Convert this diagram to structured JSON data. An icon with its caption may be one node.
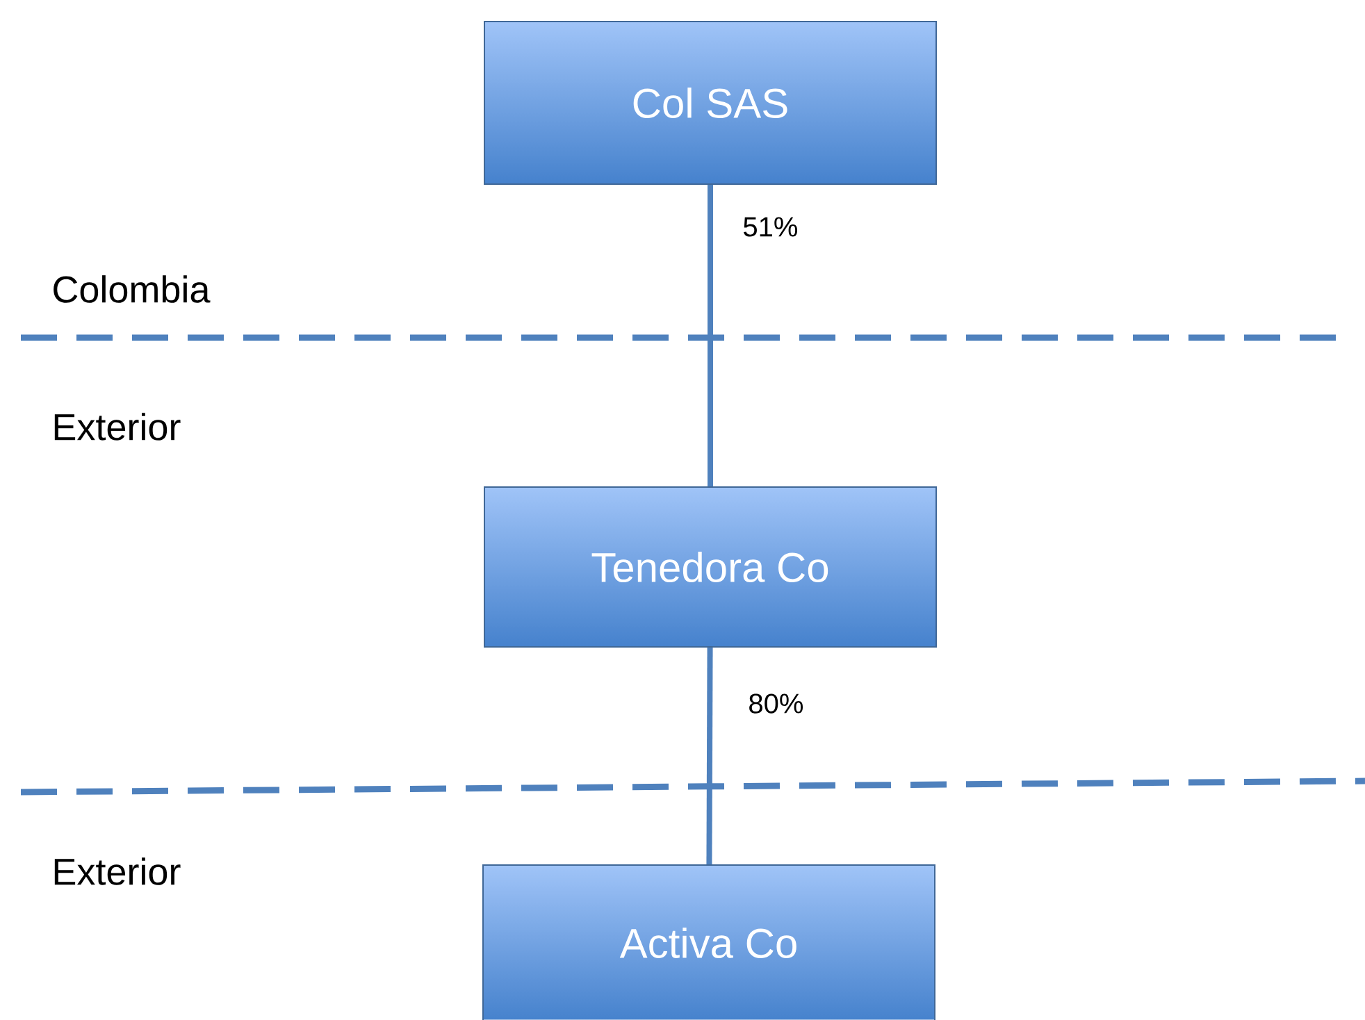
{
  "diagram": {
    "nodes": [
      {
        "text": [
          "Col SAS"
        ]
      },
      {
        "text": [
          "Tenedora Co"
        ]
      },
      {
        "text": [
          "Activa Co"
        ]
      }
    ],
    "edges": [
      {
        "from": 0,
        "to": 1,
        "arrow": "none",
        "label": "51%"
      },
      {
        "from": 1,
        "to": 2,
        "arrow": "none",
        "label": "80%"
      }
    ],
    "labels": [
      "Colombia",
      "Exterior",
      "Exterior"
    ]
  }
}
